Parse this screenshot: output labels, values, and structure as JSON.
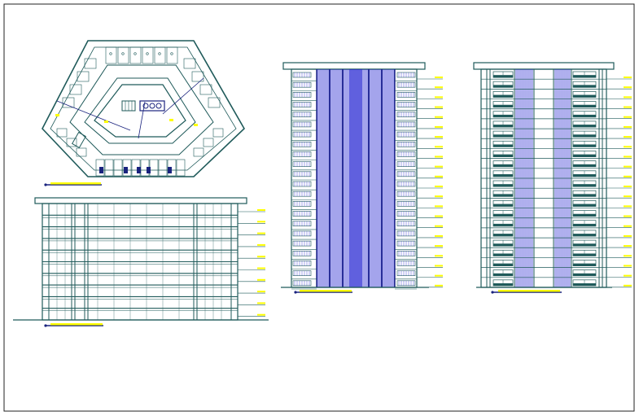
{
  "drawing": {
    "labels": {
      "plan": "",
      "elevation_a": "",
      "elevation_b": "",
      "elevation_c": ""
    },
    "colors": {
      "line": "#1f5a5a",
      "accent": "#1a237e",
      "blue": "#1c1ccf",
      "label": "#ffff00",
      "border": "#222222"
    },
    "floors": {
      "elevation_a": 10,
      "elevation_b": 22,
      "elevation_c": 22
    }
  }
}
